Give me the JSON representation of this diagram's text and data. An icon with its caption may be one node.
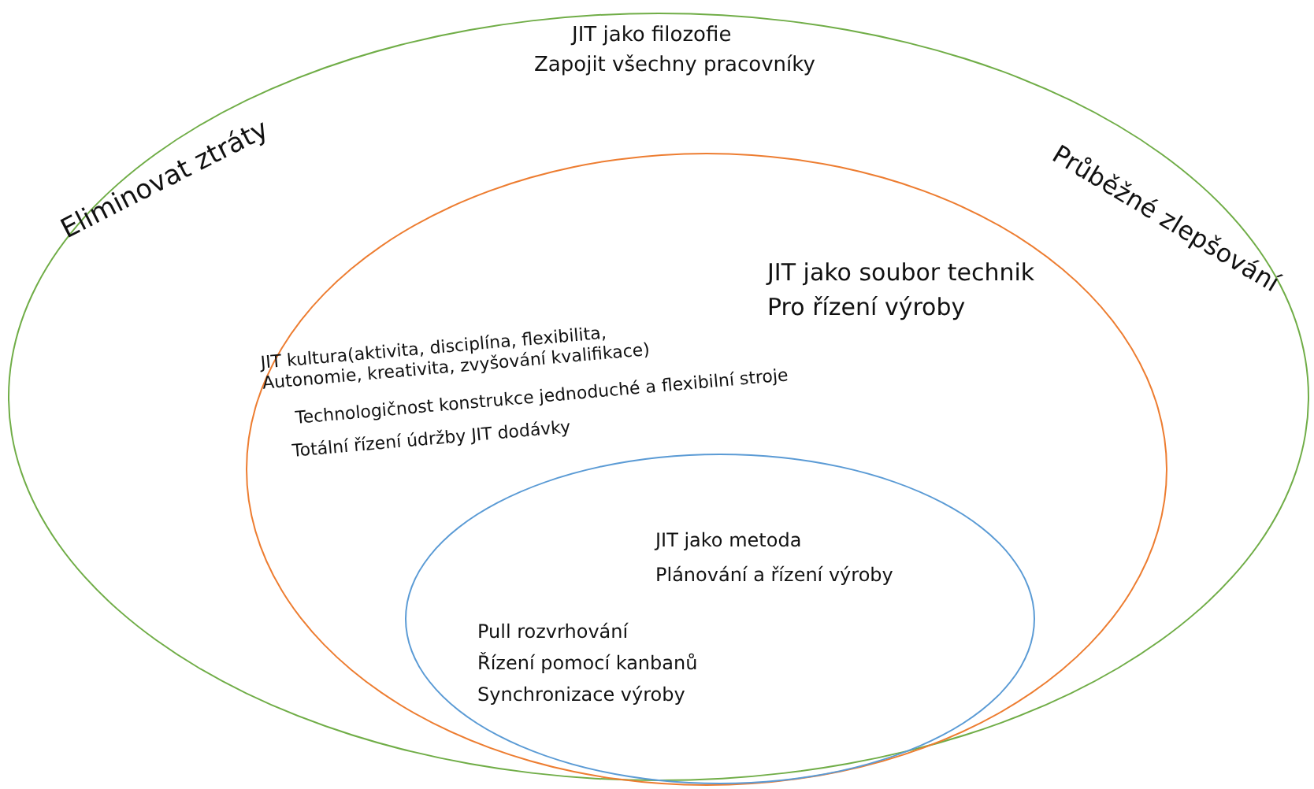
{
  "diagram": {
    "nodes": [
      {
        "text": [
          "JIT jako filozofie",
          "Zapojit všechny pracovníky",
          "Eliminovat ztráty",
          "Průběžné zlepšování"
        ]
      },
      {
        "text": [
          "JIT jako soubor technik",
          "Pro řízení výroby",
          "JIT kultura(aktivita, disciplína, flexibilita, Autonomie, kreativita, zvyšování kvalifikace)",
          "Technologičnost konstrukce jednoduché a flexibilní stroje",
          "Totální řízení údržby JIT dodávky"
        ],
        "in": 0
      },
      {
        "text": [
          "JIT jako metoda",
          "Plánování a řízení výroby",
          "Pull rozvrhování",
          "Řízení pomocí kanbanů",
          "Synchronizace výroby"
        ],
        "in": 1
      }
    ]
  }
}
